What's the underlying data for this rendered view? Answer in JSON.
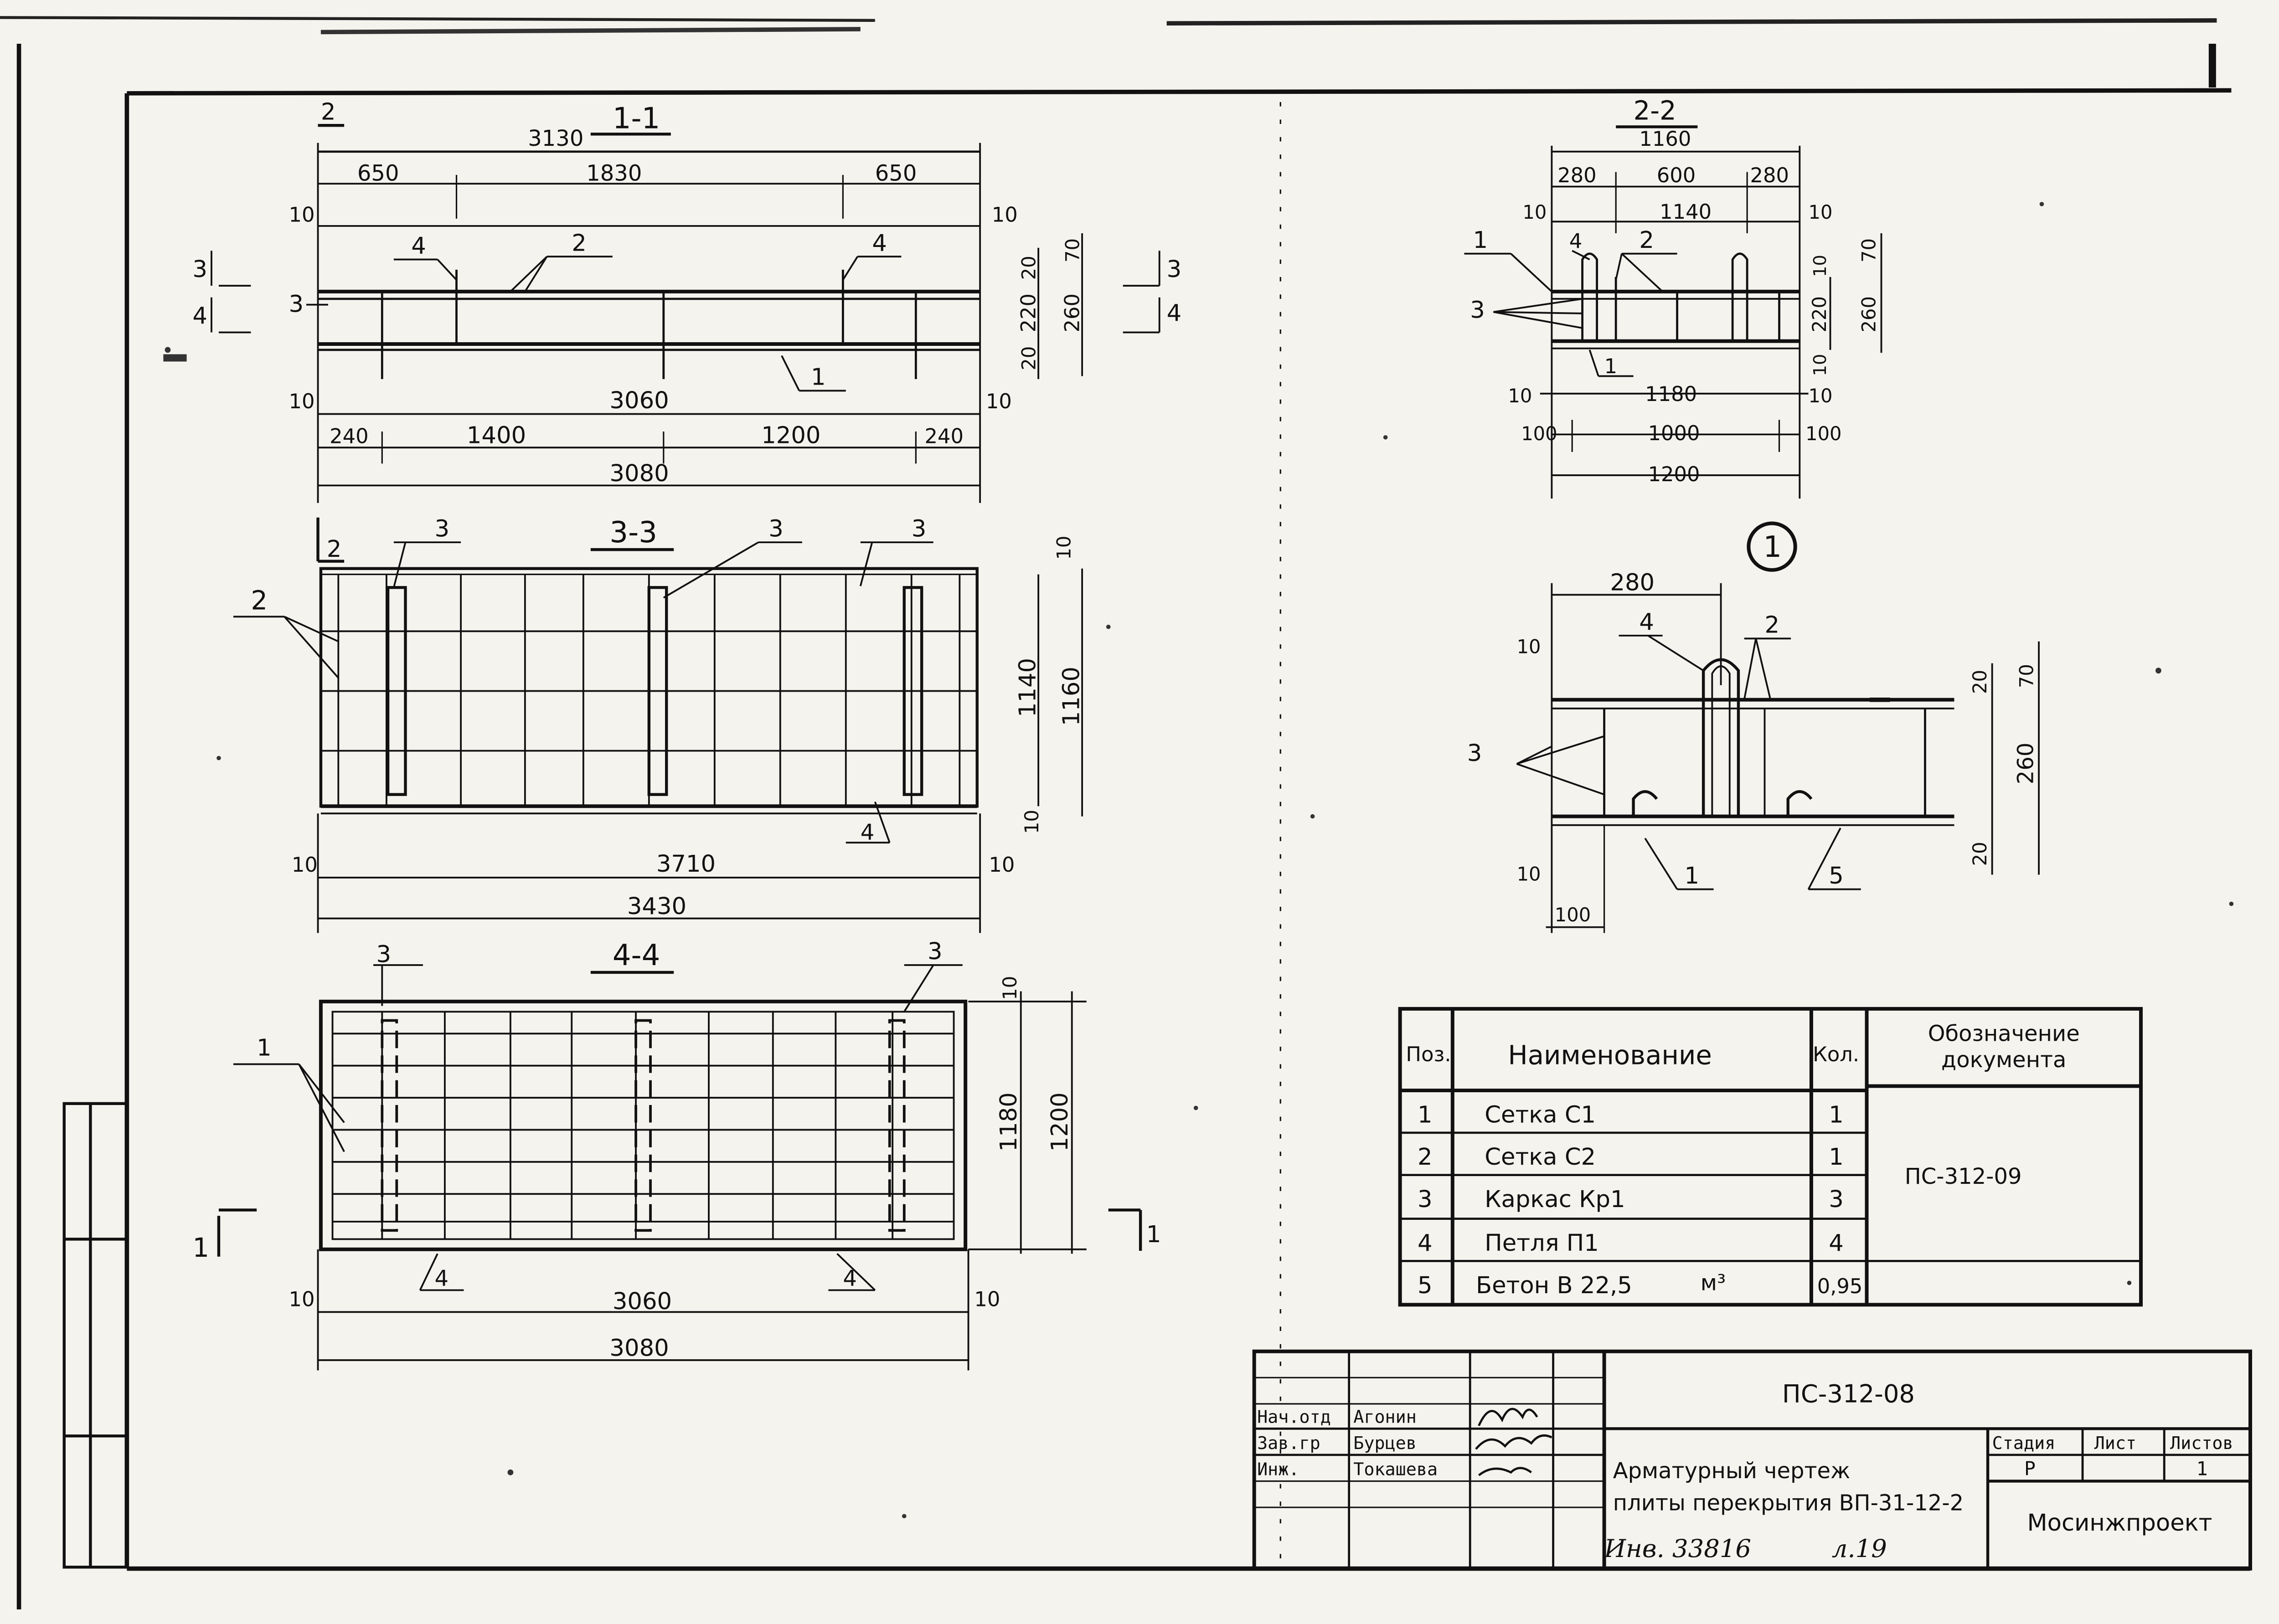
{
  "views": {
    "section_1_1": {
      "title": "1-1",
      "marker": "2",
      "dims_top": [
        "3130",
        "650",
        "1830",
        "650",
        "10",
        "10"
      ],
      "leaders": [
        "4",
        "2",
        "4",
        "3",
        "1"
      ],
      "levels": [
        "3",
        "4"
      ],
      "dims_right": [
        "20",
        "70",
        "220",
        "260",
        "20"
      ],
      "dims_bottom": [
        "10",
        "3060",
        "10",
        "240",
        "1400",
        "1200",
        "240",
        "3080"
      ],
      "side_marks": [
        "3",
        "4"
      ]
    },
    "section_2_2": {
      "title": "2-2",
      "dims_top": [
        "1160",
        "280",
        "600",
        "280",
        "10",
        "1140",
        "10"
      ],
      "leaders": [
        "1",
        "4",
        "2",
        "3",
        "1"
      ],
      "dims_right": [
        "10",
        "70",
        "220",
        "260",
        "10"
      ],
      "dims_bottom": [
        "10",
        "1180",
        "10",
        "100",
        "1000",
        "100",
        "1200"
      ]
    },
    "section_3_3": {
      "title": "3-3",
      "marker": "2",
      "leaders": [
        "3",
        "3",
        "3",
        "2",
        "4"
      ],
      "dims_right": [
        "10",
        "1140",
        "1160",
        "10"
      ],
      "dims_bottom": [
        "10",
        "3710",
        "10",
        "3430"
      ]
    },
    "section_4_4": {
      "title": "4-4",
      "leaders": [
        "3",
        "3",
        "1",
        "4",
        "4"
      ],
      "dims_right": [
        "10",
        "1180",
        "1200"
      ],
      "dims_bottom": [
        "10",
        "3060",
        "10",
        "3080"
      ],
      "cut_marks": [
        "1",
        "1"
      ]
    },
    "node_1": {
      "mark": "1",
      "dims": [
        "280",
        "10",
        "20",
        "70",
        "260",
        "20",
        "10",
        "100"
      ],
      "leaders": [
        "4",
        "2",
        "3",
        "1",
        "5"
      ]
    }
  },
  "spec_table": {
    "headers": [
      "Поз.",
      "Наименование",
      "Кол.",
      "Обозначение документа"
    ],
    "rows": [
      {
        "pos": "1",
        "name": "Сетка С1",
        "qty": "1"
      },
      {
        "pos": "2",
        "name": "Сетка С2",
        "qty": "1"
      },
      {
        "pos": "3",
        "name": "Каркас Кр1",
        "qty": "3"
      },
      {
        "pos": "4",
        "name": "Петля П1",
        "qty": "4"
      },
      {
        "pos": "5",
        "name": "Бетон В 22,5",
        "unit": "м³",
        "qty": "0,95"
      }
    ],
    "document": "ПС-312-09"
  },
  "title_block": {
    "code": "ПС-312-08",
    "staff": [
      {
        "role": "Нач.отд",
        "name": "Агонин"
      },
      {
        "role": "Зав.гр",
        "name": "Бурцев"
      },
      {
        "role": "Инж.",
        "name": "Токашева"
      }
    ],
    "title_line1": "Арматурный чертеж",
    "title_line2": "плиты перекрытия ВП-31-12-2",
    "stage_header": "Стадия",
    "sheet_header": "Лист",
    "sheets_header": "Листов",
    "stage": "Р",
    "sheets": "1",
    "org": "Мосинжпроект",
    "inv": "Инв. 33816",
    "page": "л.19"
  }
}
